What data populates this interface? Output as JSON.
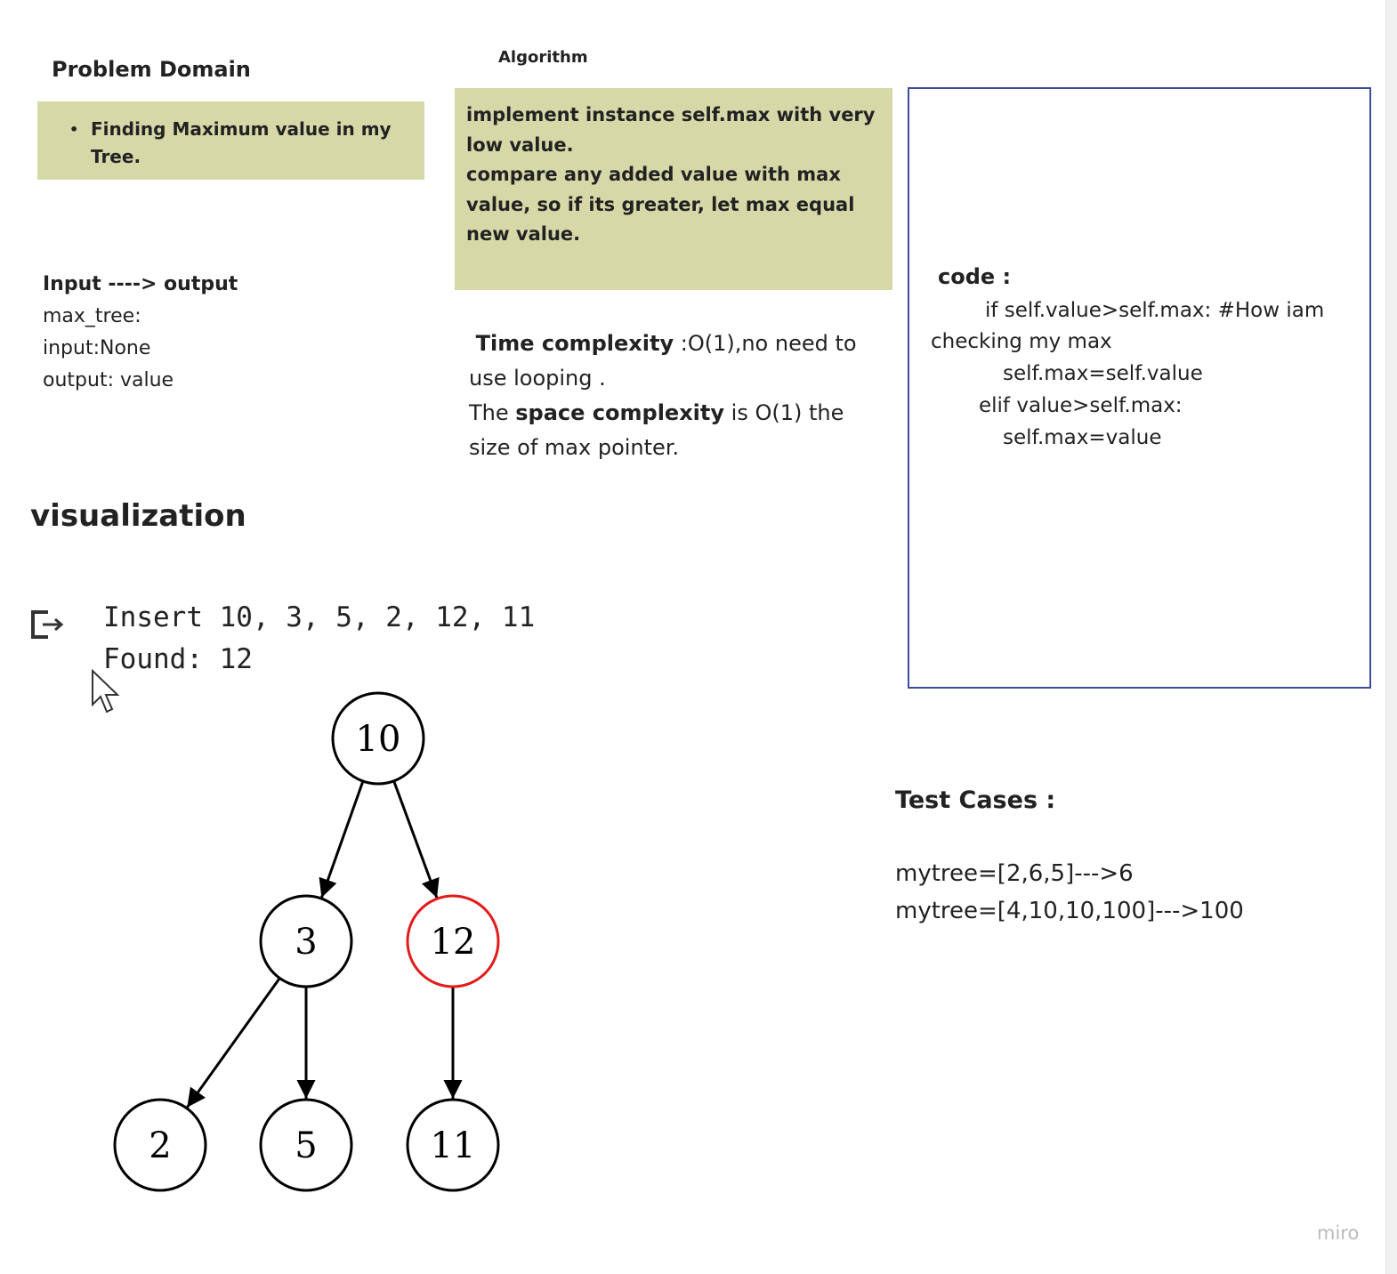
{
  "problem_domain": {
    "title": "Problem Domain",
    "bullet": "Finding Maximum value in my Tree."
  },
  "algorithm": {
    "title": "Algorithm",
    "lines": [
      "implement instance self.max with very",
      "low value.",
      "compare any added value with max",
      "value, so if its greater, let max equal",
      "new value."
    ]
  },
  "io": {
    "heading": "Input ----> output",
    "lines": [
      "max_tree:",
      "input:None",
      "output: value"
    ]
  },
  "complexity": {
    "time_label": "Time complexity",
    "time_text": " :O(1),no need to use looping .",
    "space_prefix": "The ",
    "space_label": "space complexity",
    "space_text": " is O(1) the size of max pointer."
  },
  "code": {
    "title": "code :",
    "lines": [
      "if self.value>self.max:  #How iam",
      "checking my max",
      "self.max=self.value",
      "elif value>self.max:",
      "self.max=value"
    ]
  },
  "visualization": {
    "title": "visualization",
    "console_lines": [
      "Insert 10, 3, 5, 2, 12, 11",
      "Found: 12"
    ],
    "tree": {
      "nodes": [
        {
          "id": "n10",
          "label": "10",
          "highlight": false
        },
        {
          "id": "n3",
          "label": "3",
          "highlight": false
        },
        {
          "id": "n12",
          "label": "12",
          "highlight": true
        },
        {
          "id": "n2",
          "label": "2",
          "highlight": false
        },
        {
          "id": "n5",
          "label": "5",
          "highlight": false
        },
        {
          "id": "n11",
          "label": "11",
          "highlight": false
        }
      ],
      "edges": [
        [
          "n10",
          "n3"
        ],
        [
          "n10",
          "n12"
        ],
        [
          "n3",
          "n2"
        ],
        [
          "n3",
          "n5"
        ],
        [
          "n12",
          "n11"
        ]
      ],
      "highlight_color": "#e21b1b"
    }
  },
  "test_cases": {
    "title": "Test Cases :",
    "lines": [
      "mytree=[2,6,5]--->6",
      "mytree=[4,10,10,100]--->100"
    ]
  },
  "brand": "miro",
  "colors": {
    "sticky": "#d7d8a8",
    "frame_border": "#3d4c9a"
  }
}
